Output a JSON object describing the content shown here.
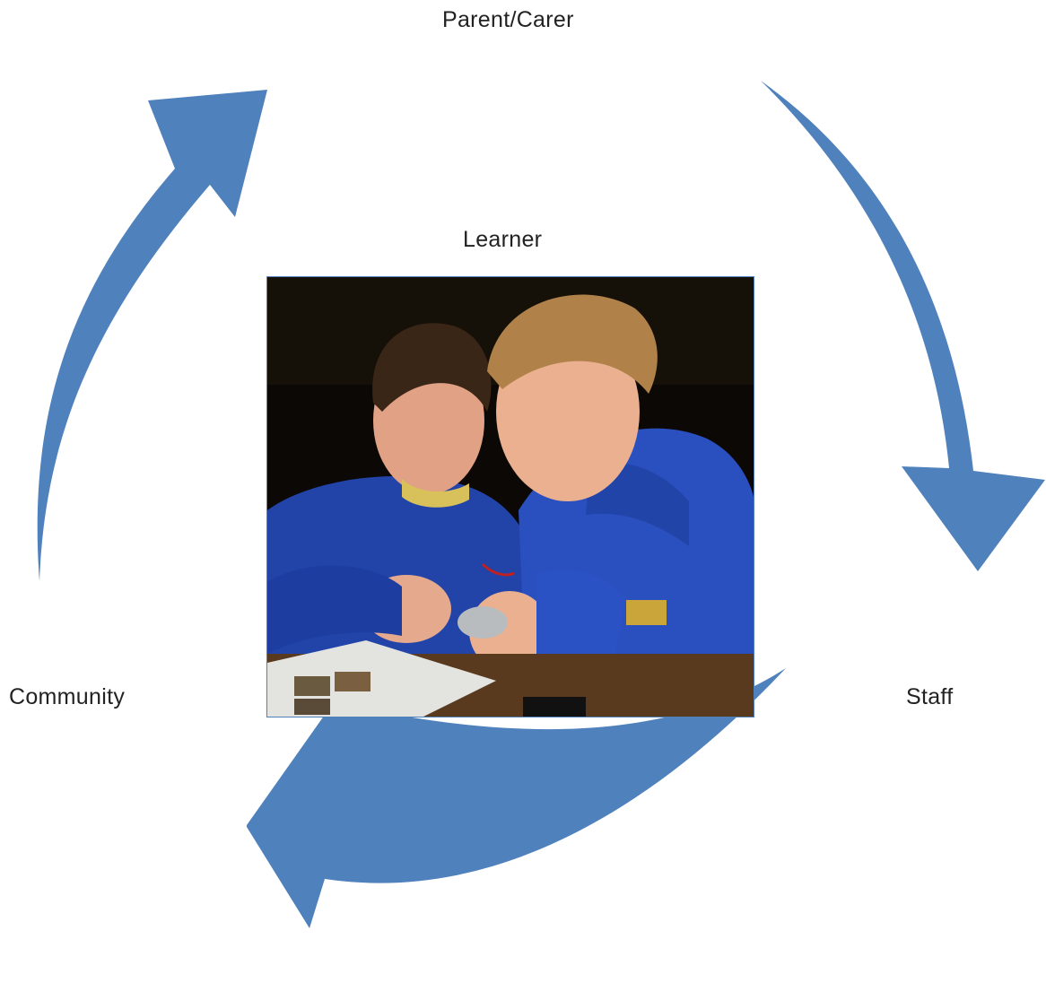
{
  "diagram": {
    "nodes": {
      "top": "Parent/Carer",
      "center": "Learner",
      "left": "Community",
      "right": "Staff"
    },
    "arrow_color": "#4f81bd",
    "photo": {
      "description_name": "learners-photo"
    }
  }
}
